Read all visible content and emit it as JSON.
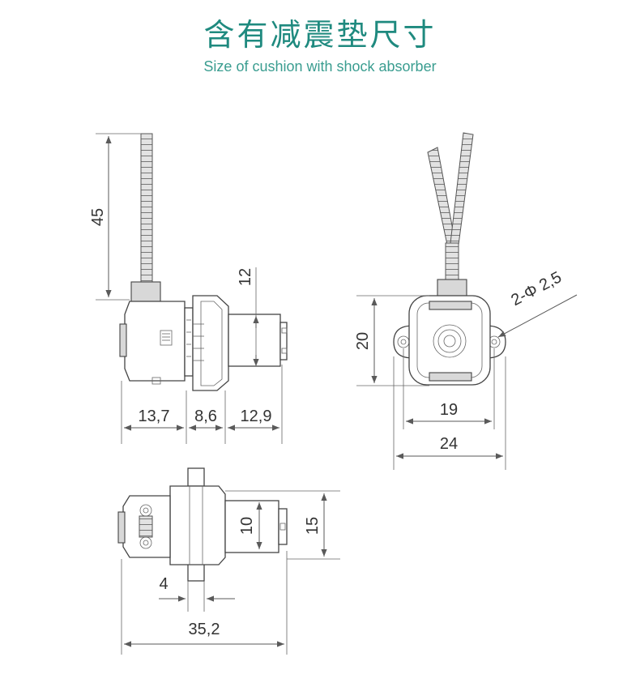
{
  "header": {
    "title": "含有减震垫尺寸",
    "subtitle": "Size of cushion with shock absorber"
  },
  "colors": {
    "title": "#1f8a7f",
    "lines": "#5a5a5a",
    "text": "#333333"
  },
  "dimensions": {
    "side_height": "45",
    "side_shaft": "12",
    "side_len_a": "13,7",
    "side_len_b": "8,6",
    "side_len_c": "12,9",
    "front_height": "20",
    "front_holes": "2-Φ 2,5",
    "front_inner": "19",
    "front_outer": "24",
    "top_shaft": "10",
    "top_width": "15",
    "top_flange": "4",
    "top_total": "35,2"
  }
}
